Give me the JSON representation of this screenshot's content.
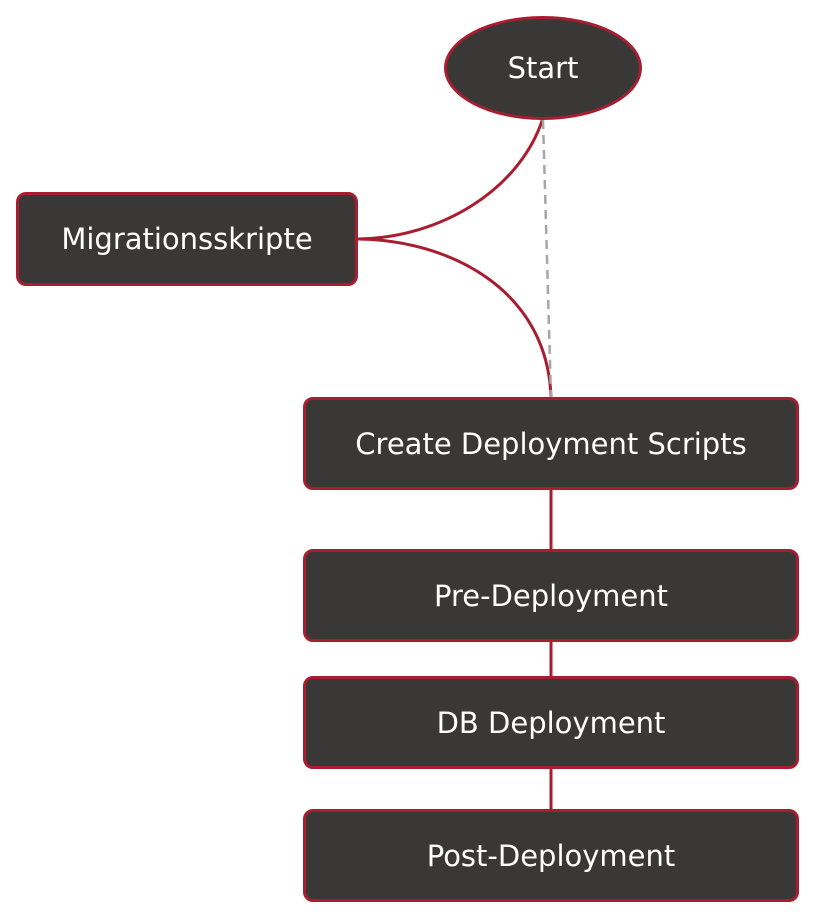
{
  "nodes": {
    "start": "Start",
    "migration": "Migrationsskripte",
    "create": "Create Deployment Scripts",
    "pre": "Pre-Deployment",
    "db": "DB Deployment",
    "post": "Post-Deployment"
  },
  "colors": {
    "node_fill": "#3a3837",
    "node_border": "#a81d2f",
    "connector": "#a81d2f",
    "dashed_connector": "#a6a6a6",
    "text": "#ffffff"
  }
}
